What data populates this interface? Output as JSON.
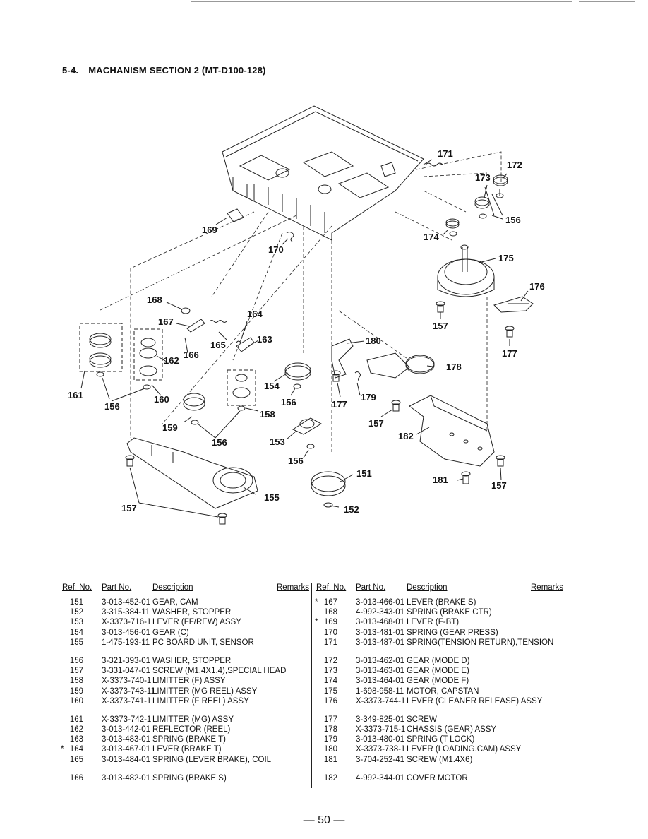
{
  "header": {
    "section_number": "5-4.",
    "section_title": "MACHANISM SECTION 2 (MT-D100-128)"
  },
  "diagram": {
    "callouts": [
      "151",
      "152",
      "153",
      "154",
      "155",
      "156",
      "157",
      "158",
      "159",
      "160",
      "161",
      "162",
      "163",
      "164",
      "165",
      "166",
      "167",
      "168",
      "169",
      "170",
      "171",
      "172",
      "173",
      "174",
      "175",
      "176",
      "177",
      "178",
      "179",
      "180",
      "181",
      "182"
    ]
  },
  "table": {
    "headers": {
      "ref": "Ref. No.",
      "part": "Part No.",
      "description": "Description",
      "remarks": "Remarks"
    },
    "left_groups": [
      [
        {
          "mark": "",
          "ref": "151",
          "part": "3-013-452-01",
          "description": "GEAR, CAM"
        },
        {
          "mark": "",
          "ref": "152",
          "part": "3-315-384-11",
          "description": "WASHER, STOPPER"
        },
        {
          "mark": "",
          "ref": "153",
          "part": "X-3373-716-1",
          "description": "LEVER (FF/REW) ASSY"
        },
        {
          "mark": "",
          "ref": "154",
          "part": "3-013-456-01",
          "description": "GEAR (C)"
        },
        {
          "mark": "",
          "ref": "155",
          "part": "1-475-193-11",
          "description": "PC BOARD UNIT, SENSOR"
        }
      ],
      [
        {
          "mark": "",
          "ref": "156",
          "part": "3-321-393-01",
          "description": "WASHER, STOPPER"
        },
        {
          "mark": "",
          "ref": "157",
          "part": "3-331-047-01",
          "description": "SCREW (M1.4X1.4),SPECIAL HEAD"
        },
        {
          "mark": "",
          "ref": "158",
          "part": "X-3373-740-1",
          "description": "LIMITTER (F) ASSY"
        },
        {
          "mark": "",
          "ref": "159",
          "part": "X-3373-743-11",
          "description": "LIMITTER (MG REEL) ASSY"
        },
        {
          "mark": "",
          "ref": "160",
          "part": "X-3373-741-1",
          "description": "LIMITTER (F REEL) ASSY"
        }
      ],
      [
        {
          "mark": "",
          "ref": "161",
          "part": "X-3373-742-1",
          "description": "LIMITTER (MG) ASSY"
        },
        {
          "mark": "",
          "ref": "162",
          "part": "3-013-442-01",
          "description": "REFLECTOR (REEL)"
        },
        {
          "mark": "",
          "ref": "163",
          "part": "3-013-483-01",
          "description": "SPRING (BRAKE T)"
        },
        {
          "mark": "*",
          "ref": "164",
          "part": "3-013-467-01",
          "description": "LEVER (BRAKE T)"
        },
        {
          "mark": "",
          "ref": "165",
          "part": "3-013-484-01",
          "description": "SPRING (LEVER BRAKE), COIL"
        }
      ],
      [
        {
          "mark": "",
          "ref": "166",
          "part": "3-013-482-01",
          "description": "SPRING (BRAKE S)"
        }
      ]
    ],
    "right_groups": [
      [
        {
          "mark": "*",
          "ref": "167",
          "part": "3-013-466-01",
          "description": "LEVER (BRAKE S)"
        },
        {
          "mark": "",
          "ref": "168",
          "part": "4-992-343-01",
          "description": "SPRING (BRAKE CTR)"
        },
        {
          "mark": "*",
          "ref": "169",
          "part": "3-013-468-01",
          "description": "LEVER (F-BT)"
        },
        {
          "mark": "",
          "ref": "170",
          "part": "3-013-481-01",
          "description": "SPRING (GEAR PRESS)"
        },
        {
          "mark": "",
          "ref": "171",
          "part": "3-013-487-01",
          "description": "SPRING(TENSION RETURN),TENSION"
        }
      ],
      [
        {
          "mark": "",
          "ref": "172",
          "part": "3-013-462-01",
          "description": "GEAR (MODE D)"
        },
        {
          "mark": "",
          "ref": "173",
          "part": "3-013-463-01",
          "description": "GEAR (MODE E)"
        },
        {
          "mark": "",
          "ref": "174",
          "part": "3-013-464-01",
          "description": "GEAR (MODE F)"
        },
        {
          "mark": "",
          "ref": "175",
          "part": "1-698-958-11",
          "description": "MOTOR, CAPSTAN"
        },
        {
          "mark": "",
          "ref": "176",
          "part": "X-3373-744-1",
          "description": "LEVER (CLEANER RELEASE) ASSY"
        }
      ],
      [
        {
          "mark": "",
          "ref": "177",
          "part": "3-349-825-01",
          "description": "SCREW"
        },
        {
          "mark": "",
          "ref": "178",
          "part": "X-3373-715-1",
          "description": "CHASSIS (GEAR) ASSY"
        },
        {
          "mark": "",
          "ref": "179",
          "part": "3-013-480-01",
          "description": "SPRING (T LOCK)"
        },
        {
          "mark": "",
          "ref": "180",
          "part": "X-3373-738-1",
          "description": "LEVER (LOADING.CAM) ASSY"
        },
        {
          "mark": "",
          "ref": "181",
          "part": "3-704-252-41",
          "description": "SCREW (M1.4X6)"
        }
      ],
      [
        {
          "mark": "",
          "ref": "182",
          "part": "4-992-344-01",
          "description": "COVER MOTOR"
        }
      ]
    ]
  },
  "footer": {
    "page_number": "— 50 —"
  }
}
